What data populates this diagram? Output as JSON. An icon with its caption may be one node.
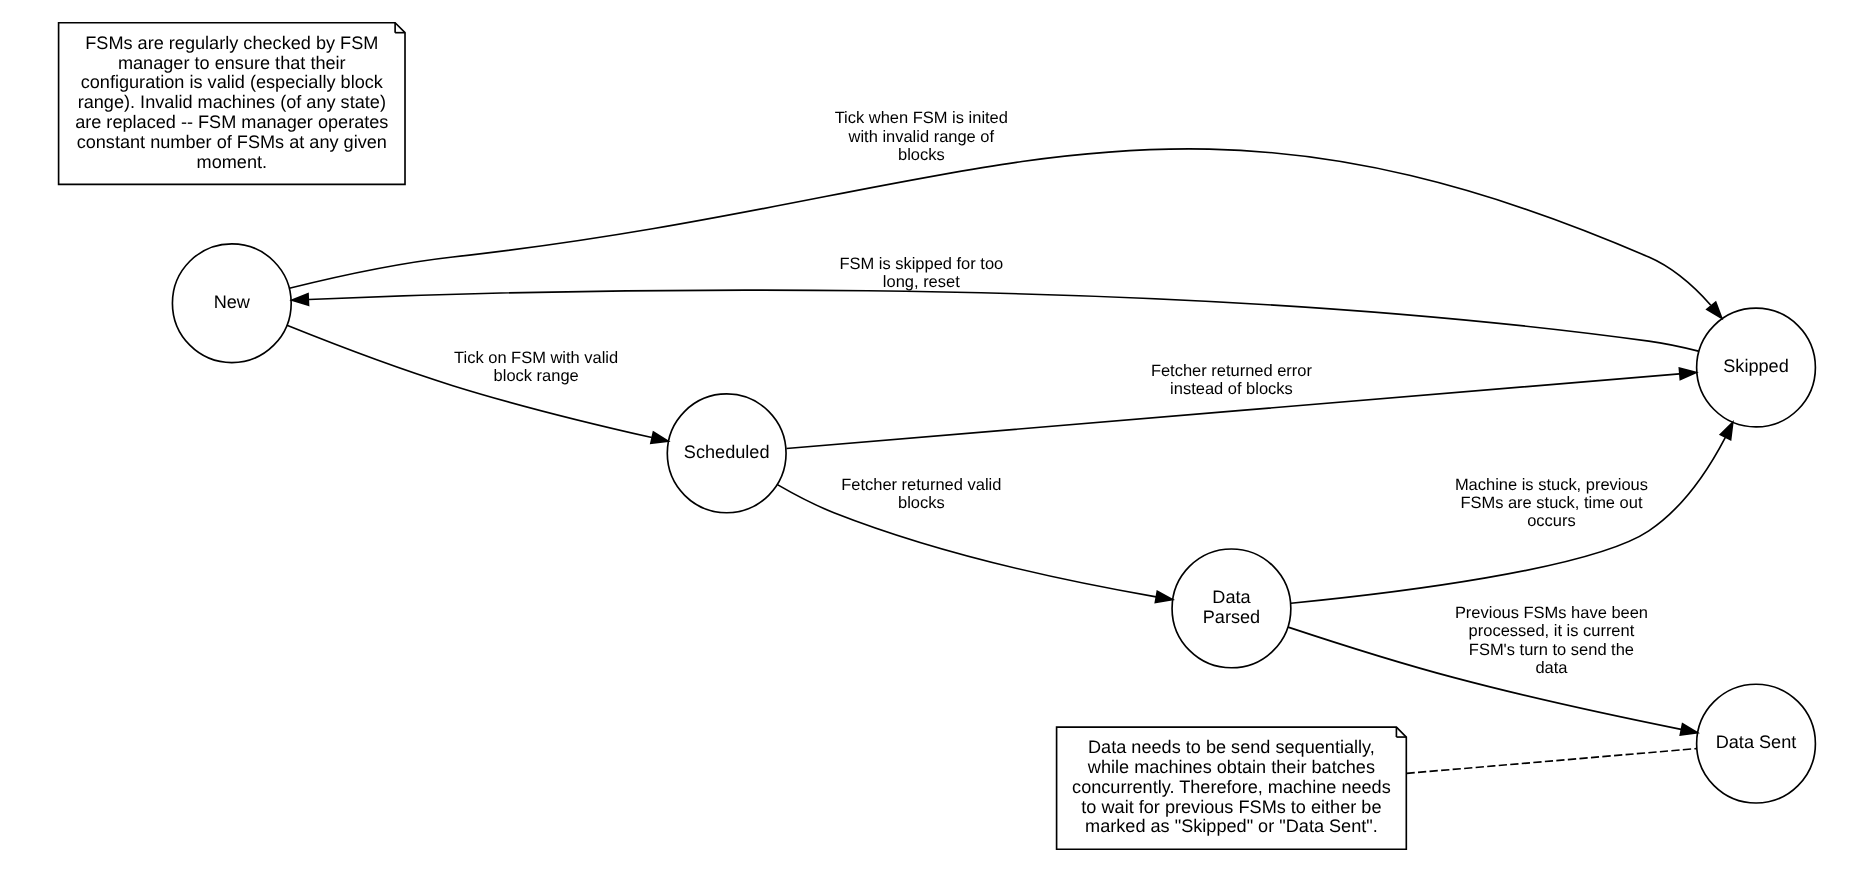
{
  "diagram": {
    "nodes": [
      {
        "text": [
          "New"
        ]
      },
      {
        "text": [
          "Scheduled"
        ]
      },
      {
        "text": [
          "Data Parsed"
        ]
      },
      {
        "text": [
          "Skipped"
        ]
      },
      {
        "text": [
          "Data Sent"
        ]
      },
      {
        "text": [
          "Data needs to be send sequentially, while machines obtain their batches concurrently. Therefore, machine needs to wait for previous FSMs to either be marked as \"Skipped\" or \"Data Sent\"."
        ]
      },
      {
        "text": [
          "FSMs are regularly checked by FSM manager to ensure that their configuration is valid (especially block range). Invalid machines (of any state) are replaced -- FSM manager operates constant number of FSMs at any given moment."
        ]
      }
    ],
    "edges": [
      {
        "from": 0,
        "to": 1,
        "arrow": "to",
        "label": "Tick on FSM with valid block range"
      },
      {
        "from": 1,
        "to": 2,
        "arrow": "to",
        "label": "Fetcher returned valid blocks"
      },
      {
        "from": 1,
        "to": 3,
        "arrow": "to",
        "label": "Fetcher returned error instead of blocks"
      },
      {
        "from": 2,
        "to": 3,
        "arrow": "to",
        "label": "Machine is stuck, previous FSMs are stuck, time out occurs"
      },
      {
        "from": 0,
        "to": 3,
        "arrow": "to",
        "label": "Tick when FSM is inited with invalid range of blocks"
      },
      {
        "from": 2,
        "to": 4,
        "arrow": "to",
        "label": "Previous FSMs have been processed, it is current FSM's turn to send the data"
      },
      {
        "from": 3,
        "to": 0,
        "arrow": "to",
        "label": "FSM is skipped for too long, reset"
      },
      {
        "from": 5,
        "to": 4,
        "arrow": "none",
        "style": "dashed"
      }
    ]
  }
}
